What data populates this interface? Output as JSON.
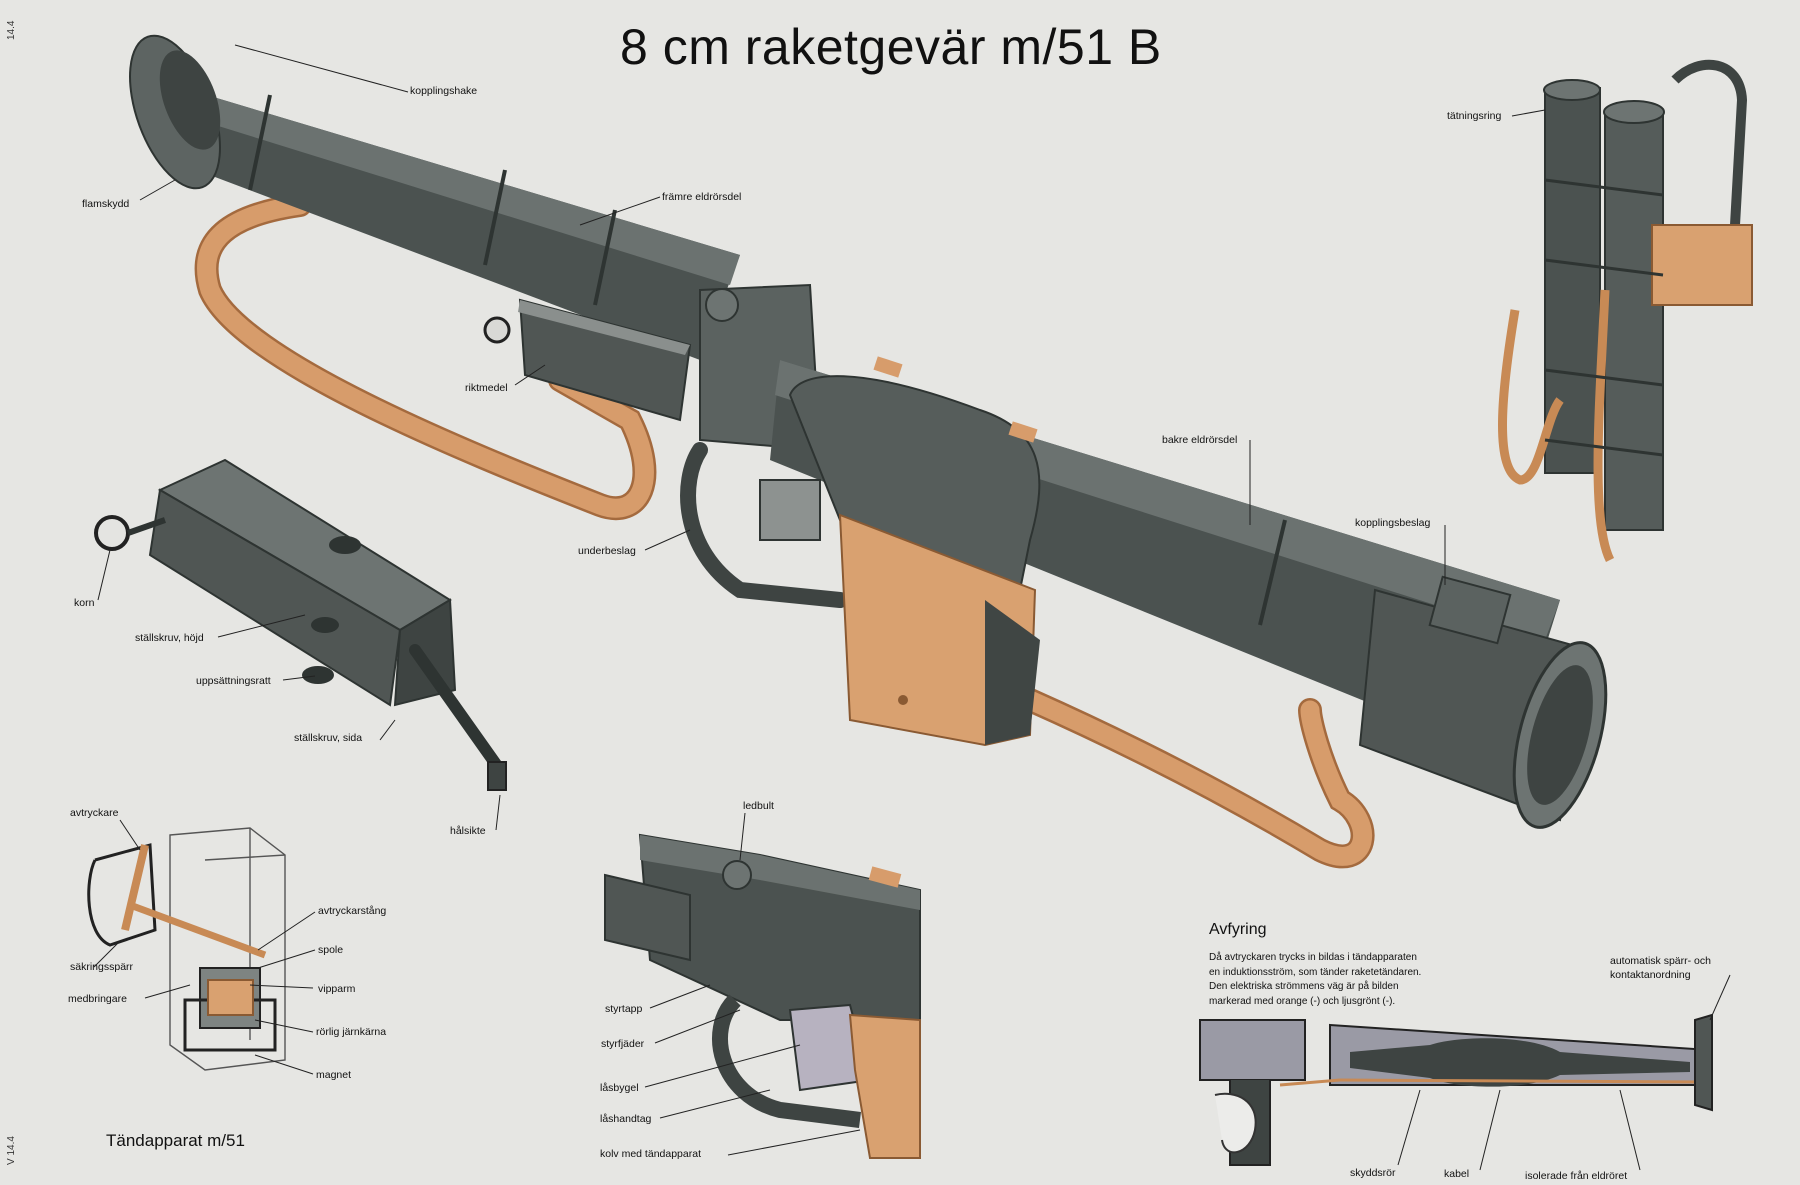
{
  "title": "8 cm raketgevär m/51 B",
  "margin_codes": [
    "14.4",
    "V 14.4"
  ],
  "labels": {
    "kopplingshake": "kopplingshake",
    "flamskydd": "flamskydd",
    "framre": "främre eldrörsdel",
    "riktmedel": "riktmedel",
    "bakre": "bakre eldrörsdel",
    "kopplingsbeslag": "kopplingsbeslag",
    "underbeslag": "underbeslag",
    "tatningsring": "tätningsring",
    "korn": "korn",
    "stallskruv_hojd": "ställskruv, höjd",
    "uppsattningsratt": "uppsättningsratt",
    "stallskruv_sida": "ställskruv, sida",
    "halsikte": "hålsikte",
    "avtryckare": "avtryckare",
    "avtryckarstang": "avtryckarstång",
    "sakringsspärr": "säkringsspärr",
    "spole": "spole",
    "medbringare": "medbringare",
    "vipparm": "vipparm",
    "rorlig_jarnkarna": "rörlig järnkärna",
    "magnet": "magnet",
    "ledbult": "ledbult",
    "styrtapp": "styrtapp",
    "styrfjader": "styrfjäder",
    "lasbygel": "låsbygel",
    "lashandtag": "låshandtag",
    "kolv": "kolv med tändapparat",
    "automatisk": "automatisk spärr- och",
    "kontaktanordning": "kontaktanordning",
    "skyddsror": "skyddsrör",
    "kabel": "kabel",
    "isolerade": "isolerade från eldröret"
  },
  "tandapparat_title": "Tändapparat m/51",
  "avfyring": {
    "heading": "Avfyring",
    "lines": [
      "Då avtryckaren trycks in bildas i tändapparaten",
      "en induktionsström, som tänder raketetändaren.",
      "Den elektriska strömmens väg är på bilden",
      "markerad med orange (-) och ljusgrönt (-)."
    ]
  },
  "colors": {
    "background": "#e6e6e3",
    "tube_dark": "#4b5250",
    "tube_mid": "#5d6462",
    "tube_light": "#7b817f",
    "strap": "#d79c6b",
    "strap_edge": "#a46a3e",
    "ink": "#111111"
  }
}
